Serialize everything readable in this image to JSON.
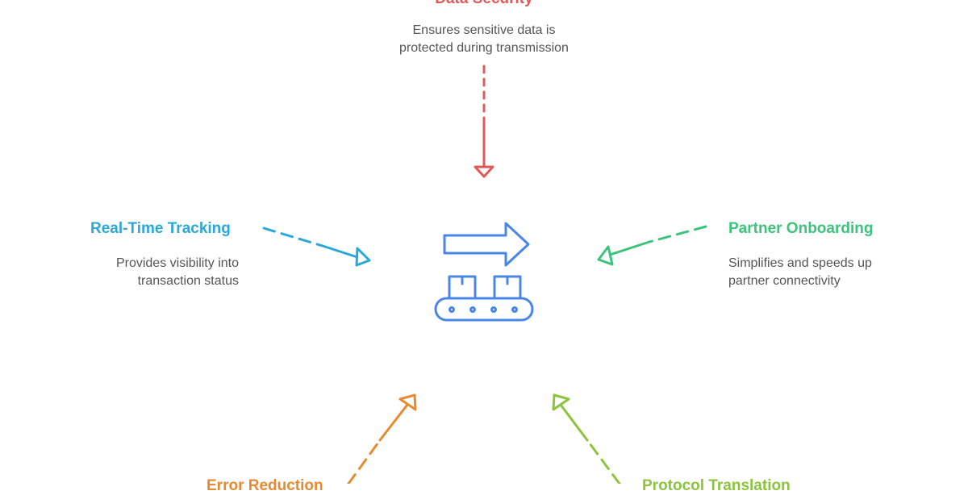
{
  "colors": {
    "security": "#e05a5a",
    "tracking": "#2aa8d8",
    "onboarding": "#3cc47c",
    "error": "#e88a30",
    "protocol": "#8cc43c",
    "icon": "#4a86e8",
    "desc_text": "#555555"
  },
  "center": {
    "icon": "conveyor-belt-with-arrow-icon"
  },
  "nodes": {
    "security": {
      "title": "Data Security",
      "desc_line1": "Ensures sensitive data is",
      "desc_line2": "protected during transmission"
    },
    "tracking": {
      "title": "Real-Time Tracking",
      "desc_line1": "Provides visibility into",
      "desc_line2": "transaction status"
    },
    "onboarding": {
      "title": "Partner Onboarding",
      "desc_line1": "Simplifies and speeds up",
      "desc_line2": "partner connectivity"
    },
    "error": {
      "title": "Error Reduction"
    },
    "protocol": {
      "title": "Protocol Translation"
    }
  }
}
